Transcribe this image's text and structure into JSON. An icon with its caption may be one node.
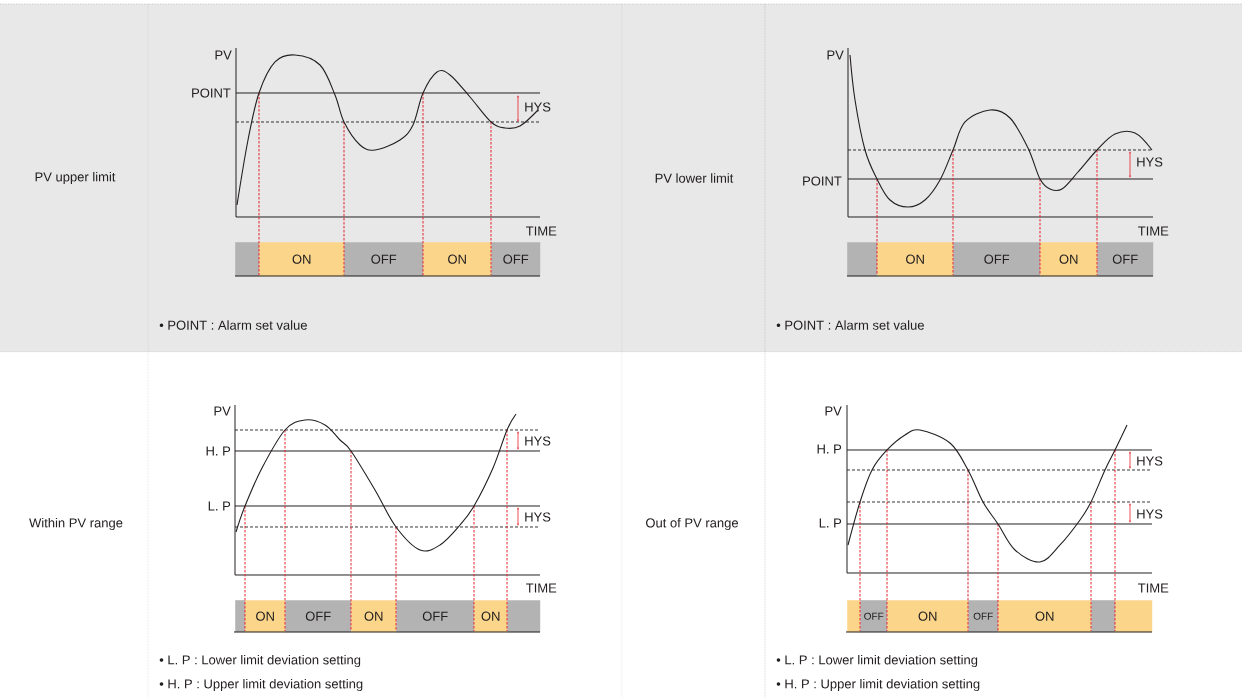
{
  "diagram": {
    "nodes": [
      {
        "text": [],
        "shape": "bar"
      },
      {
        "text": [
          "ON"
        ]
      },
      {
        "text": [
          "OFF"
        ]
      },
      {
        "text": [
          "ON"
        ]
      },
      {
        "text": [
          "OFF"
        ]
      },
      {
        "text": [],
        "shape": "bar"
      },
      {
        "text": [
          "ON"
        ]
      },
      {
        "text": [
          "OFF"
        ]
      },
      {
        "text": [
          "ON"
        ]
      },
      {
        "text": [
          "OFF"
        ]
      },
      {
        "text": [],
        "shape": "bar"
      },
      {
        "text": [
          "ON"
        ]
      },
      {
        "text": [
          "OFF"
        ]
      },
      {
        "text": [
          "ON"
        ]
      },
      {
        "text": [
          "OFF"
        ]
      },
      {
        "text": [
          "ON"
        ]
      },
      {
        "text": [],
        "shape": "bar"
      },
      {
        "text": [],
        "shape": "bar"
      },
      {
        "text": [
          "OFF"
        ]
      },
      {
        "text": [
          "ON"
        ]
      },
      {
        "text": [
          "OFF"
        ]
      },
      {
        "text": [
          "ON"
        ]
      },
      {
        "text": [],
        "shape": "bar"
      },
      {
        "text": [],
        "shape": "bar"
      }
    ],
    "labels": [
      "PV upper limit",
      "PV",
      "POINT",
      "HYS",
      "TIME",
      "• POINT : Alarm set value",
      "PV lower limit",
      "PV",
      "POINT",
      "HYS",
      "TIME",
      "• POINT : Alarm set value",
      "Within PV range",
      "PV",
      "H. P",
      "HYS",
      "L. P",
      "HYS",
      "TIME",
      "• L. P : Lower limit deviation setting",
      "• H. P : Upper limit deviation setting",
      "Out of PV range",
      "PV",
      "H. P",
      "HYS",
      "HYS",
      "L. P",
      "TIME",
      "• L. P : Lower limit deviation setting",
      "• H. P : Upper limit deviation setting"
    ]
  }
}
